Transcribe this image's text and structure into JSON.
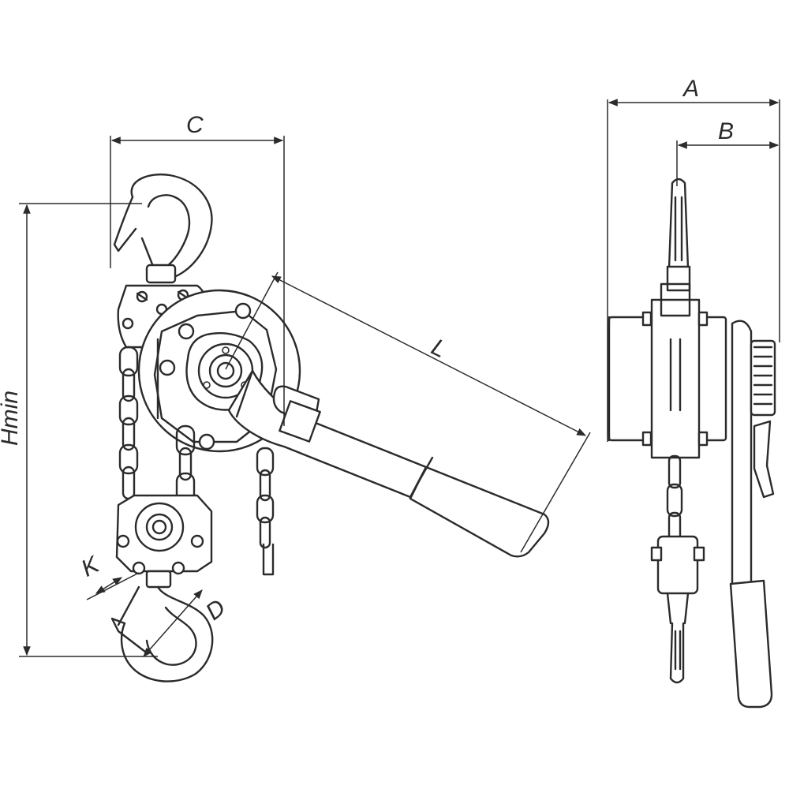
{
  "diagram": {
    "dimension_labels": {
      "a": "A",
      "b": "B",
      "c": "C",
      "d": "D",
      "k": "K",
      "l": "L",
      "hmin": "Hmin"
    },
    "line_color": "#2b2b2b",
    "background": "#ffffff"
  }
}
